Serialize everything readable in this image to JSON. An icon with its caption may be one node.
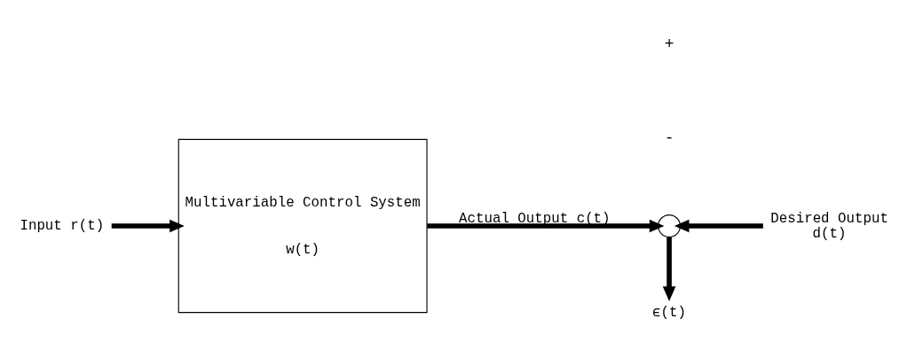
{
  "diagram": {
    "nodes": [
      {
        "text": [
          "Input r(t)"
        ]
      },
      {
        "text": [
          "Multivariable Control System",
          "w(t)"
        ]
      },
      {
        "text": [],
        "shape": "circle"
      },
      {
        "text": [
          "Desired Output",
          "d(t)"
        ]
      },
      {
        "text": [
          "ϵ(t)"
        ]
      }
    ],
    "edges": [
      {
        "from": 0,
        "to": 1,
        "arrow": "to"
      },
      {
        "from": 1,
        "to": 2,
        "arrow": "to",
        "label": "Actual Output c(t)"
      },
      {
        "from": 3,
        "to": 2,
        "arrow": "to"
      },
      {
        "from": 2,
        "to": 4,
        "arrow": "to"
      }
    ],
    "labels": [
      "+",
      "-"
    ]
  }
}
